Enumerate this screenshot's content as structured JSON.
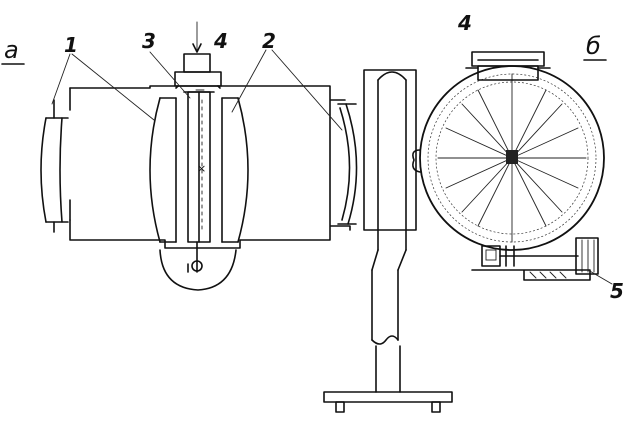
{
  "labels": {
    "panel_a": "а",
    "panel_b": "б",
    "part_1": "1",
    "part_2": "2",
    "part_3": "3",
    "part_4_left": "4",
    "part_4_right": "4",
    "part_5": "5"
  }
}
